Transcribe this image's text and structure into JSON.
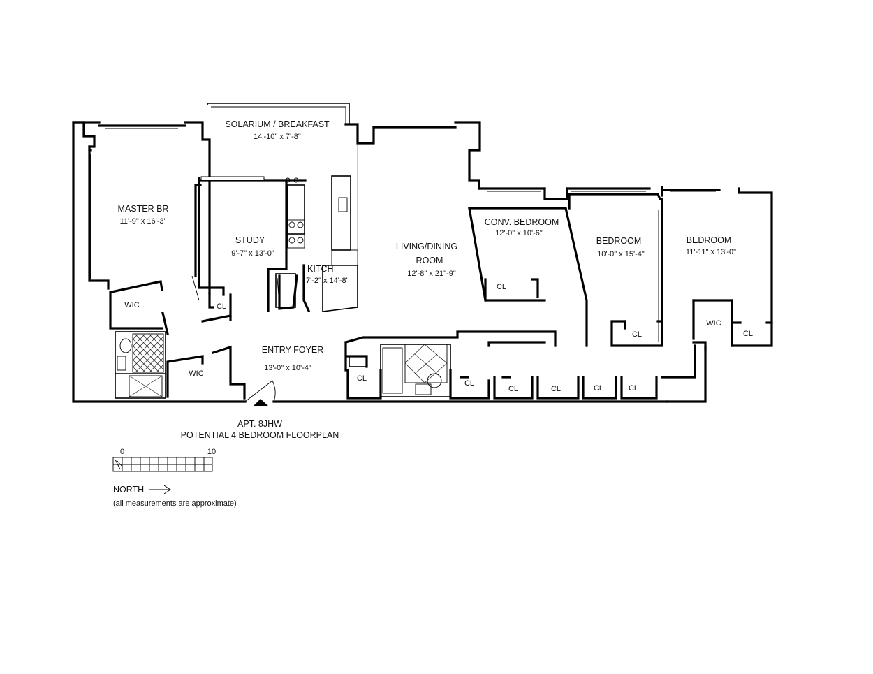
{
  "rooms": {
    "solarium": {
      "name": "SOLARIUM / BREAKFAST",
      "size": "14'-10\" x 7'-8\""
    },
    "master": {
      "name": "MASTER BR",
      "size": "11'-9\" x 16'-3\""
    },
    "study": {
      "name": "STUDY",
      "size": "9'-7\" x 13'-0\""
    },
    "kitchen": {
      "name": "KITCH",
      "size": "7'-2\" x 14'-8'"
    },
    "living": {
      "name1": "LIVING/DINING",
      "name2": "ROOM",
      "size": "12'-8\" x 21\"-9\""
    },
    "conv": {
      "name": "CONV. BEDROOM",
      "size": "12'-0\" x 10'-6\""
    },
    "bedroom2": {
      "name": "BEDROOM",
      "size": "10'-0\" x 15'-4\""
    },
    "bedroom3": {
      "name": "BEDROOM",
      "size": "11'-11\" x 13'-0\""
    },
    "foyer": {
      "name": "ENTRY FOYER",
      "size": "13'-0\" x 10'-4\""
    }
  },
  "closets": {
    "wic": "WIC",
    "cl": "CL"
  },
  "caption": {
    "apt": "APT. 8JHW",
    "subtitle": "POTENTIAL 4 BEDROOM FLOORPLAN"
  },
  "scale": {
    "start": "0",
    "end": "10"
  },
  "north": {
    "label": "NORTH"
  },
  "note": "(all measurements are approximate)",
  "icons": {
    "north_arrow": "right-arrow-icon",
    "entry": "entry-triangle-icon"
  }
}
